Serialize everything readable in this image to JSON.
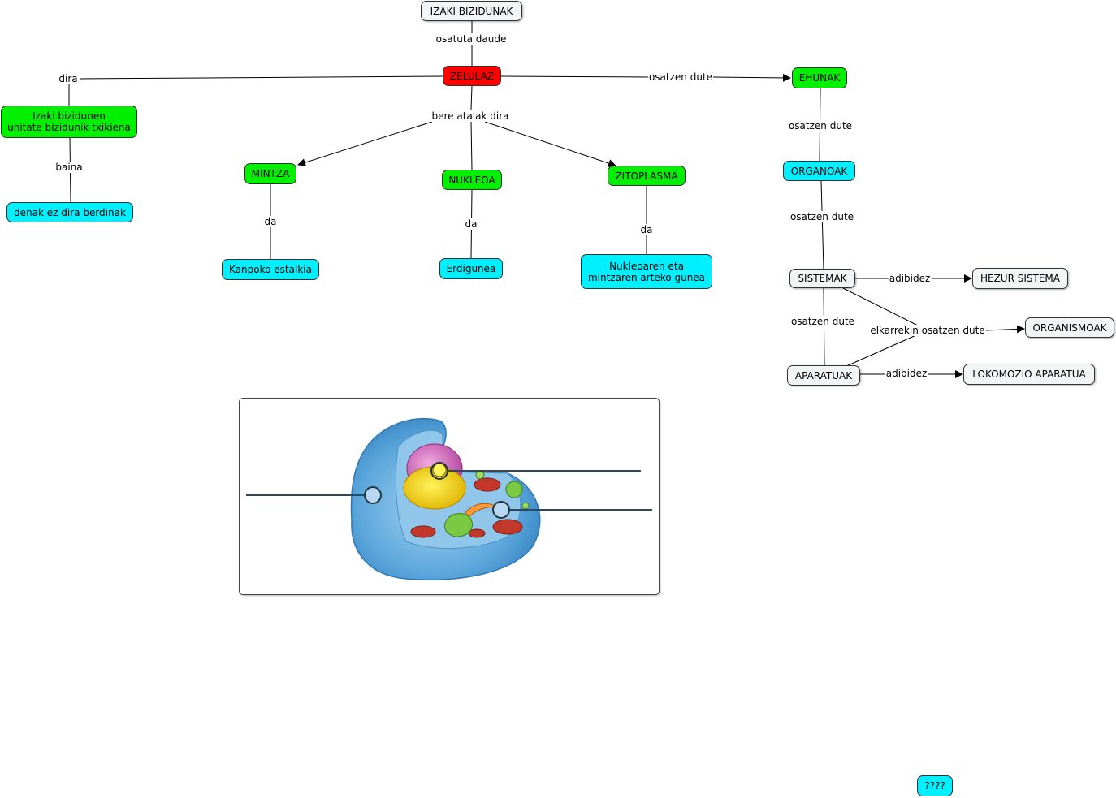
{
  "nodes": {
    "izaki_bizidunak": "IZAKI BIZIDUNAK",
    "zelulaz": "ZELULAZ",
    "ehunak": "EHUNAK",
    "izaki_bizidunen": "Izaki bizidunen\nunitate bizidunik txikiena",
    "denak_ez": "denak ez dira berdinak",
    "mintza": "MINTZA",
    "nukleoa": "NUKLEOA",
    "zitoplasma": "ZITOPLASMA",
    "organoak": "ORGANOAK",
    "kanpoko": "Kanpoko estalkia",
    "erdigunea": "Erdigunea",
    "nukleoaren": "Nukleoaren eta\nmintzaren arteko gunea",
    "sistemak": "SISTEMAK",
    "hezur": "HEZUR SISTEMA",
    "organismoak": "ORGANISMOAK",
    "aparatuak": "APARATUAK",
    "lokomozio": "LOKOMOZIO APARATUA",
    "question": "????"
  },
  "labels": {
    "osatuta_daude": "osatuta daude",
    "dira": "dira",
    "osatzen_dute_1": "osatzen dute",
    "bere_atalak_dira": "bere atalak dira",
    "baina": "baina",
    "osatzen_dute_2": "osatzen dute",
    "da_1": "da",
    "da_2": "da",
    "da_3": "da",
    "osatzen_dute_3": "osatzen dute",
    "adibidez_1": "adibidez",
    "osatzen_dute_4": "osatzen dute",
    "elkarrekin": "elkarrekin osatzen dute",
    "adibidez_2": "adibidez"
  },
  "colors": {
    "root": "#f2f5f6",
    "zelulaz": "#ff0000",
    "green": "#00f000",
    "cyan": "#00f0ff",
    "line": "#000000"
  }
}
